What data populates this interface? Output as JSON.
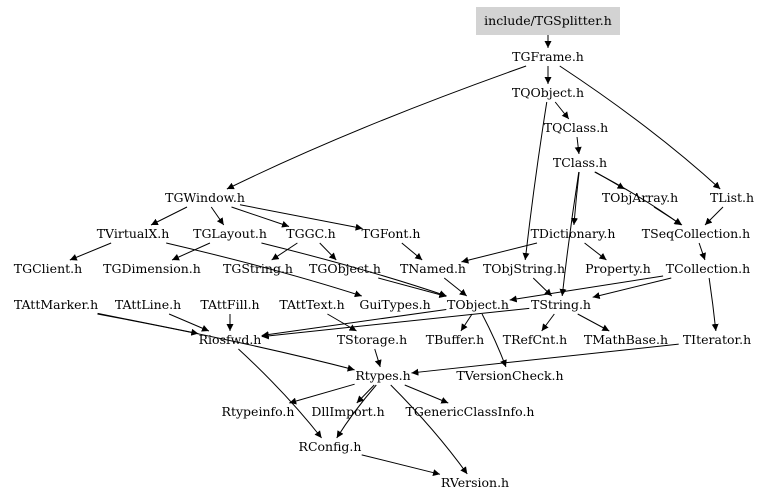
{
  "diagram": {
    "type": "include-dependency-graph",
    "root": "include/TGSplitter.h",
    "colors": {
      "root_fill": "#d3d3d3",
      "edge": "#000000",
      "text": "#000000",
      "background": "#ffffff"
    },
    "nodes": [
      {
        "id": "n0",
        "label": "include/TGSplitter.h",
        "root": true
      },
      {
        "id": "n1",
        "label": "TGFrame.h"
      },
      {
        "id": "n2",
        "label": "TQObject.h"
      },
      {
        "id": "n3",
        "label": "TQClass.h"
      },
      {
        "id": "n4",
        "label": "TClass.h"
      },
      {
        "id": "n5",
        "label": "TGWindow.h"
      },
      {
        "id": "n6",
        "label": "TObjArray.h"
      },
      {
        "id": "n7",
        "label": "TList.h"
      },
      {
        "id": "n8",
        "label": "TVirtualX.h"
      },
      {
        "id": "n9",
        "label": "TGLayout.h"
      },
      {
        "id": "n10",
        "label": "TGGC.h"
      },
      {
        "id": "n11",
        "label": "TGFont.h"
      },
      {
        "id": "n12",
        "label": "TDictionary.h"
      },
      {
        "id": "n13",
        "label": "TSeqCollection.h"
      },
      {
        "id": "n14",
        "label": "TGClient.h"
      },
      {
        "id": "n15",
        "label": "TGDimension.h"
      },
      {
        "id": "n16",
        "label": "TGString.h"
      },
      {
        "id": "n17",
        "label": "TGObject.h"
      },
      {
        "id": "n18",
        "label": "TNamed.h"
      },
      {
        "id": "n19",
        "label": "TObjString.h"
      },
      {
        "id": "n20",
        "label": "Property.h"
      },
      {
        "id": "n21",
        "label": "TCollection.h"
      },
      {
        "id": "n22",
        "label": "TAttMarker.h"
      },
      {
        "id": "n23",
        "label": "TAttLine.h"
      },
      {
        "id": "n24",
        "label": "TAttFill.h"
      },
      {
        "id": "n25",
        "label": "TAttText.h"
      },
      {
        "id": "n26",
        "label": "GuiTypes.h"
      },
      {
        "id": "n27",
        "label": "TObject.h"
      },
      {
        "id": "n28",
        "label": "TString.h"
      },
      {
        "id": "n29",
        "label": "Riosfwd.h"
      },
      {
        "id": "n30",
        "label": "TStorage.h"
      },
      {
        "id": "n31",
        "label": "TBuffer.h"
      },
      {
        "id": "n32",
        "label": "TRefCnt.h"
      },
      {
        "id": "n33",
        "label": "TMathBase.h"
      },
      {
        "id": "n34",
        "label": "TIterator.h"
      },
      {
        "id": "n35",
        "label": "Rtypes.h"
      },
      {
        "id": "n36",
        "label": "TVersionCheck.h"
      },
      {
        "id": "n37",
        "label": "Rtypeinfo.h"
      },
      {
        "id": "n38",
        "label": "DllImport.h"
      },
      {
        "id": "n39",
        "label": "TGenericClassInfo.h"
      },
      {
        "id": "n40",
        "label": "RConfig.h"
      },
      {
        "id": "n41",
        "label": "RVersion.h"
      }
    ],
    "edges": [
      [
        "n0",
        "n1"
      ],
      [
        "n1",
        "n2"
      ],
      [
        "n1",
        "n5"
      ],
      [
        "n1",
        "n7"
      ],
      [
        "n2",
        "n3"
      ],
      [
        "n2",
        "n19"
      ],
      [
        "n3",
        "n4"
      ],
      [
        "n4",
        "n6"
      ],
      [
        "n4",
        "n12"
      ],
      [
        "n4",
        "n28"
      ],
      [
        "n4",
        "n13"
      ],
      [
        "n5",
        "n8"
      ],
      [
        "n5",
        "n9"
      ],
      [
        "n5",
        "n10"
      ],
      [
        "n5",
        "n11"
      ],
      [
        "n6",
        "n13"
      ],
      [
        "n7",
        "n13"
      ],
      [
        "n13",
        "n21"
      ],
      [
        "n8",
        "n14"
      ],
      [
        "n8",
        "n26"
      ],
      [
        "n9",
        "n15"
      ],
      [
        "n9",
        "n27"
      ],
      [
        "n10",
        "n16"
      ],
      [
        "n10",
        "n17"
      ],
      [
        "n11",
        "n18"
      ],
      [
        "n12",
        "n18"
      ],
      [
        "n12",
        "n20"
      ],
      [
        "n21",
        "n28"
      ],
      [
        "n21",
        "n34"
      ],
      [
        "n21",
        "n27"
      ],
      [
        "n17",
        "n27"
      ],
      [
        "n18",
        "n27"
      ],
      [
        "n19",
        "n28"
      ],
      [
        "n22",
        "n29"
      ],
      [
        "n22",
        "n35"
      ],
      [
        "n23",
        "n29"
      ],
      [
        "n24",
        "n29"
      ],
      [
        "n25",
        "n30"
      ],
      [
        "n27",
        "n31"
      ],
      [
        "n27",
        "n36"
      ],
      [
        "n27",
        "n29"
      ],
      [
        "n28",
        "n32"
      ],
      [
        "n28",
        "n33"
      ],
      [
        "n28",
        "n29"
      ],
      [
        "n29",
        "n40"
      ],
      [
        "n30",
        "n35"
      ],
      [
        "n34",
        "n35"
      ],
      [
        "n35",
        "n37"
      ],
      [
        "n35",
        "n38"
      ],
      [
        "n35",
        "n39"
      ],
      [
        "n35",
        "n40"
      ],
      [
        "n35",
        "n41"
      ],
      [
        "n40",
        "n41"
      ]
    ]
  }
}
